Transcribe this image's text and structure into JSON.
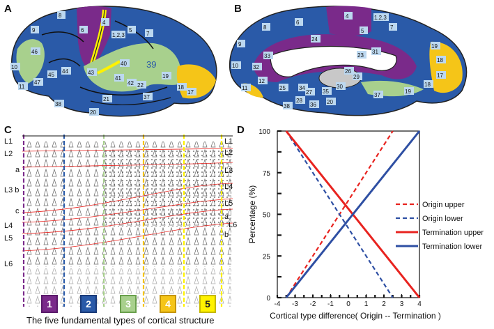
{
  "panels": {
    "a": "A",
    "b": "B",
    "c": "C",
    "d": "D"
  },
  "brain_lateral": {
    "areas": [
      "8",
      "4",
      "1,2,3",
      "5",
      "7",
      "6",
      "9",
      "46",
      "10",
      "45",
      "44",
      "43",
      "40",
      "39",
      "41",
      "42",
      "22",
      "11",
      "47",
      "38",
      "21",
      "20",
      "37",
      "19",
      "18",
      "17"
    ],
    "colors": {
      "type1": "#7a2a8a",
      "type2": "#2a5aa8",
      "type3": "#a8d08d",
      "type4": "#f5c518",
      "type5": "#fff200"
    }
  },
  "brain_medial": {
    "areas": [
      "4",
      "1,2,3",
      "6",
      "8",
      "5",
      "7",
      "9",
      "24",
      "31",
      "23",
      "19",
      "18",
      "33",
      "32",
      "10",
      "12",
      "25",
      "26",
      "29",
      "17",
      "34",
      "27",
      "35",
      "30",
      "28",
      "36",
      "37",
      "19",
      "11",
      "38",
      "20",
      "18"
    ]
  },
  "cortex": {
    "layers_left": [
      "L1",
      "L2",
      "a",
      "L3 b",
      "c",
      "L4",
      "L5",
      "L6"
    ],
    "layers_right": [
      "L1",
      "L2",
      "L3",
      "L4",
      "L5",
      "a",
      "L6",
      "b"
    ],
    "types": [
      "1",
      "2",
      "3",
      "4",
      "5"
    ],
    "type_colors": [
      "#7a2a8a",
      "#2a5aa8",
      "#a8d08d",
      "#f5c518",
      "#fff200"
    ],
    "caption": "The five fundamental types of cortical structure"
  },
  "chart_data": {
    "type": "line",
    "xlabel": "Cortical type difference( Origin -- Termination )",
    "ylabel": "Percentage (%)",
    "xlim": [
      -4,
      4
    ],
    "ylim": [
      0,
      100
    ],
    "xticks": [
      "-4",
      "-3",
      "-2",
      "-1",
      "0",
      "1",
      "2",
      "3",
      "4"
    ],
    "yticks": [
      "0",
      "25",
      "50",
      "75",
      "100"
    ],
    "legend_position": "right",
    "series": [
      {
        "name": "Origin upper",
        "style": "dashed",
        "color": "#e8231f",
        "x": [
          -3.5,
          2.5
        ],
        "y": [
          0,
          100
        ]
      },
      {
        "name": "Origin lower",
        "style": "dashed",
        "color": "#2e4fa3",
        "x": [
          -3.5,
          2.5
        ],
        "y": [
          100,
          0
        ]
      },
      {
        "name": "Termination upper",
        "style": "solid",
        "color": "#e8231f",
        "x": [
          -3.5,
          4
        ],
        "y": [
          100,
          0
        ]
      },
      {
        "name": "Termination lower",
        "style": "solid",
        "color": "#2e4fa3",
        "x": [
          -3.5,
          4
        ],
        "y": [
          0,
          100
        ]
      }
    ]
  }
}
